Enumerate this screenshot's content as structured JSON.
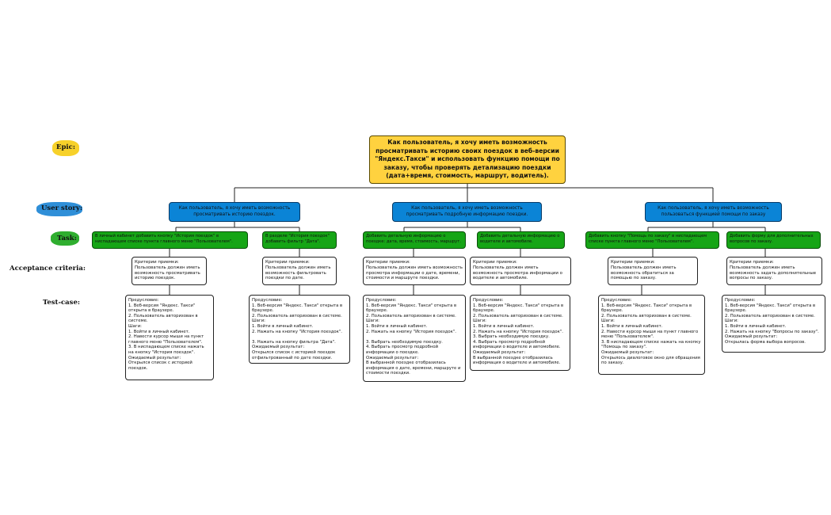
{
  "labels": {
    "epic": "Epic:",
    "story": "User story:",
    "task": "Task:",
    "criteria": "Acceptance criteria:",
    "testcase": "Test-case:"
  },
  "colors": {
    "epic": "#ffd23f",
    "story": "#0b84d6",
    "task": "#16a516",
    "label_blob_yellow": "#f7d12a",
    "label_blob_blue": "#2f8fd8",
    "label_blob_green": "#2fae2f"
  },
  "epic": "Как пользователь, я хочу иметь возможность просматривать историю своих поездок в веб-версии \"Яндекс.Такси\" и использовать функцию помощи по заказу, чтобы проверять детализацию поездки (дата+время, стоимость, маршрут, водитель).",
  "stories": [
    "Как пользователь, я хочу иметь возможность просматривать историю поездок.",
    "Как пользователь, я хочу иметь возможность просматривать подробную информацию поездки.",
    "Как пользователь, я хочу иметь возможность пользоваться функцией помощи по заказу"
  ],
  "tasks": [
    "В личный кабинет добавить кнопку \"История поездок\" в ниспадающем списке пункта главного меню \"Пользователем\".",
    "В разделе \"История поездок\" добавить фильтр \"Дата\".",
    "Добавить детальную информацию о поездке: дата, время, стоимость, маршрут.",
    "Добавить детальную информацию о водителе и автомобиле.",
    "Добавить кнопку \"Помощь по заказу\" в ниспадающем списке пункта главного меню \"Пользователем\".",
    "Добавить форму для дополнительных вопросов по заказу."
  ],
  "criteria": [
    "Критерии приемки:\nПользователь должен иметь возможность просматривать историю поездок.",
    "Критерии приемки:\nПользователь должен иметь возможность фильтровать поездки по дате.",
    "Критерии приемки:\nПользователь должен иметь возможность просмотра информации о дате, времени, стоимости и маршруте поездки.",
    "Критерии приемки:\nПользователь должен иметь возможность просмотра информации о водителе и автомобиле.",
    "Критерии приемки:\nПользователь должен иметь возможность обратиться за помощью по заказу.",
    "Критерии приемки:\nПользователь должен иметь возможность задать дополнительные вопросы по заказу."
  ],
  "tests": [
    "Предусловие:\n1. Веб-версия \"Яндекс. Такси\" открыта в браузере.\n2. Пользователь авторизован в системе.\nШаги:\n1. Войти в личный кабинет.\n2. Навести курсор мыши на пункт главного меню \"Пользователем\".\n3. В ниспадающем списке нажать на кнопку \"История поездок\".\nОжидаемый результат:\nОткрылся список с историей поездок.",
    "Предусловие:\n1. Веб-версия \"Яндекс. Такси\" открыта в браузере.\n2. Пользователь авторизован в системе.\nШаги:\n1. Войти в личный кабинет.\n2. Нажать на кнопку \"История поездок\".\n\n3. Нажать на кнопку фильтра \"Дата\".\nОжидаемый результат:\nОткрылся список с историей поездок отфильтрованный по дате поездки.",
    "Предусловие:\n1. Веб-версия \"Яндекс. Такси\" открыта в браузере.\n2. Пользователь авторизован в системе.\nШаги:\n1. Войти в личный кабинет.\n2. Нажать на кнопку \"История поездок\".\n\n3. Выбрать необходимую поездку.\n4. Выбрать просмотр подробной информации о поездке.\nОжидаемый результат:\nВ выбранной поездке отобразилась информация о дате, времени, маршруте и стоимости поездки.",
    "Предусловие:\n1. Веб-версия \"Яндекс. Такси\" открыта в браузере.\n2. Пользователь авторизован в системе.\nШаги:\n1. Войти в личный кабинет.\n2. Нажать на кнопку \"История поездок\".\n3. Выбрать необходимую поездку.\n4. Выбрать просмотр подробной информации о водителе и автомобиле.\nОжидаемый результат:\nВ выбранной поездке отобразилась информация о водителе и автомобиле.",
    "Предусловие:\n1. Веб-версия \"Яндекс. Такси\" открыта в браузере.\n2. Пользователь авторизован в системе.\nШаги:\n1. Войти в личный кабинет.\n2. Навести курсор мыши на пункт главного меню \"Пользователем\".\n3. В ниспадающем списке нажать на кнопку \"Помощь по заказу\".\nОжидаемый результат:\nОткрылось диалоговое окно для обращения по заказу.",
    "Предусловие:\n1. Веб-версия \"Яндекс. Такси\" открыта в браузере.\n2. Пользователь авторизован в системе.\nШаги:\n1. Войти в личный кабинет.\n2. Нажать на кнопку \"Вопросы по заказу\".\nОжидаемый результат:\nОткрылась форма выбора вопросов."
  ]
}
